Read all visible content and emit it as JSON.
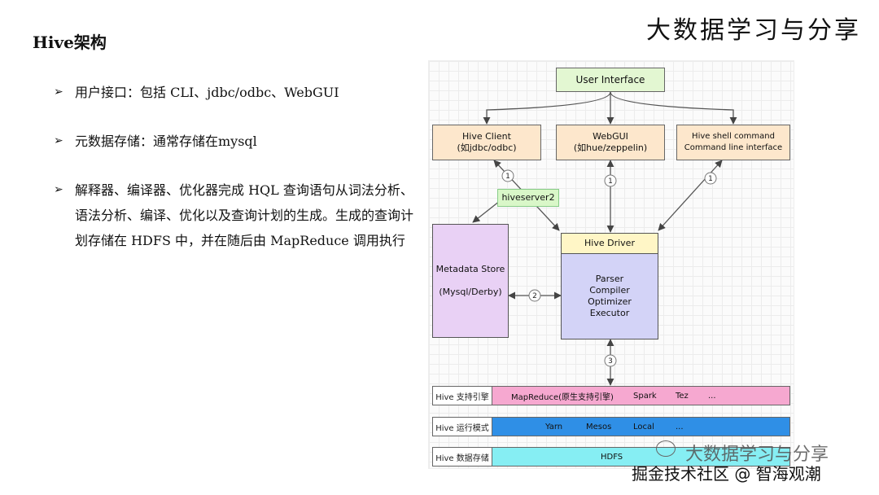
{
  "brand": "大数据学习与分享",
  "slide_title": "Hive架构",
  "bullets": [
    "用户接口：包括 CLI、jdbc/odbc、WebGUI",
    "元数据存储：通常存储在mysql",
    "解释器、编译器、优化器完成 HQL 查询语句从词法分析、语法分析、编译、优化以及查询计划的生成。生成的查询计划存储在 HDFS 中，并在随后由 MapReduce 调用执行"
  ],
  "diagram": {
    "user_interface": "User Interface",
    "hive_client": [
      "Hive Client",
      "(如jdbc/odbc)"
    ],
    "webgui": [
      "WebGUI",
      "(如hue/zeppelin)"
    ],
    "hive_shell": [
      "Hive shell command",
      "Command line interface"
    ],
    "hiveserver2": "hiveserver2",
    "metadata_store": [
      "Metadata Store",
      "(Mysql/Derby)"
    ],
    "hive_driver": "Hive Driver",
    "driver_parts": [
      "Parser",
      "Compiler",
      "Optimizer",
      "Executor"
    ],
    "step_numbers": [
      "1",
      "1",
      "1",
      "2",
      "3"
    ],
    "lanes": [
      {
        "label": "Hive 支持引擎",
        "items": [
          "MapReduce(原生支持引擎)",
          "Spark",
          "Tez",
          "..."
        ],
        "color": "#f6a8d0"
      },
      {
        "label": "Hive 运行模式",
        "items": [
          "Yarn",
          "Mesos",
          "Local",
          "..."
        ],
        "color": "#2f8fe6"
      },
      {
        "label": "Hive 数据存储",
        "items": [
          "HDFS"
        ],
        "color": "#86eef3"
      }
    ]
  },
  "watermark": {
    "line1": "大数据学习与分享",
    "line2": "掘金技术社区 @ 智海观潮"
  }
}
